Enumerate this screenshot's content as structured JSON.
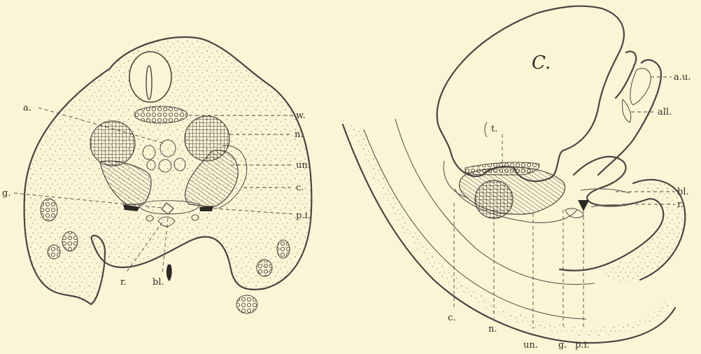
{
  "left_section_labels": {
    "a": "a.",
    "w": "w.",
    "n": "n.",
    "un": "un.",
    "c": "c.",
    "g": "g.",
    "pi": "p.i.",
    "r": "r.",
    "bl": "bl."
  },
  "right_section_labels": {
    "C": "C.",
    "t": "t.",
    "au": "a.u.",
    "all": "all.",
    "bl": "bl.",
    "r": "r.",
    "c": "c.",
    "n": "n.",
    "un": "un.",
    "g": "g.",
    "pi": "p.i."
  }
}
